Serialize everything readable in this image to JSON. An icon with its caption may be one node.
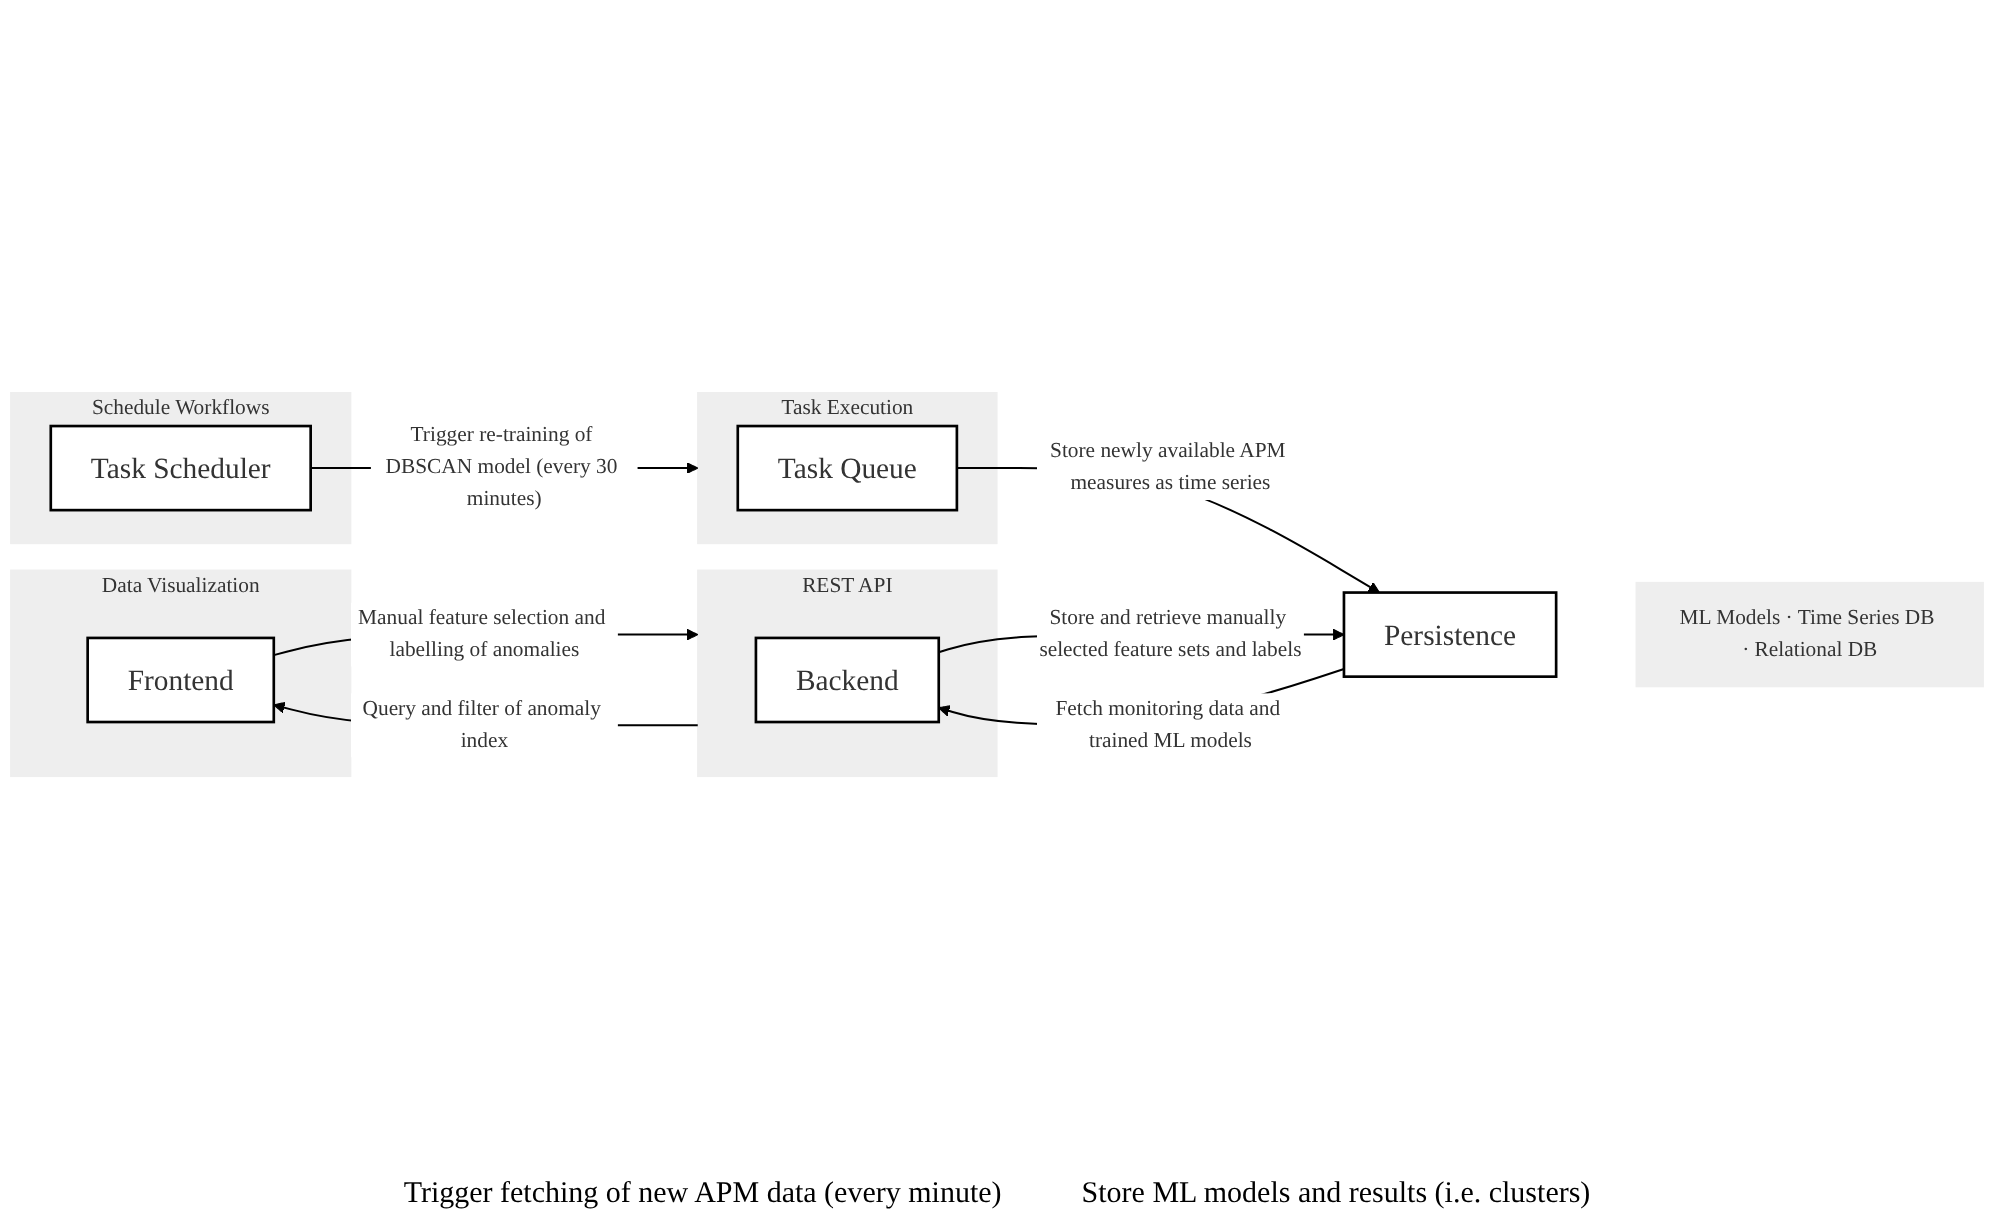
{
  "diagram": {
    "nodes": [
      {
        "text": [
          "Data Visualization"
        ]
      },
      {
        "text": [
          "Frontend"
        ],
        "in": 0
      },
      {
        "text": [
          "REST API"
        ]
      },
      {
        "text": [
          "Backend"
        ],
        "in": 2
      },
      {
        "text": [
          "Persistence"
        ]
      },
      {
        "text": [
          "ML Models · Time Series DB · Relational DB"
        ]
      },
      {
        "text": [
          "Schedule Workflows"
        ]
      },
      {
        "text": [
          "Task Scheduler"
        ],
        "in": 6
      },
      {
        "text": [
          "Task Execution"
        ]
      },
      {
        "text": [
          "Task Queue"
        ],
        "in": 8
      }
    ],
    "edges": [
      {
        "from": 2,
        "to": 1,
        "arrow": "to",
        "label": "Query and filter of anomaly index"
      },
      {
        "from": 1,
        "to": 2,
        "arrow": "to",
        "label": "Manual feature selection and labelling of anomalies"
      },
      {
        "from": 4,
        "to": 3,
        "arrow": "to",
        "label": "Fetch monitoring data and trained ML models"
      },
      {
        "from": 3,
        "to": 4,
        "arrow": "to",
        "label": "Store and retrieve manually selected feature sets and labels"
      },
      {
        "from": 7,
        "to": 8,
        "arrow": "to",
        "label": "Trigger re-training of DBSCAN model (every 30 minutes)"
      },
      {
        "from": 9,
        "to": 4,
        "arrow": "to",
        "label": "Store newly available APM measures as time series"
      }
    ],
    "labels": [
      "Trigger fetching of new APM data (every minute)",
      "Store ML models and results (i.e. clusters)"
    ]
  }
}
